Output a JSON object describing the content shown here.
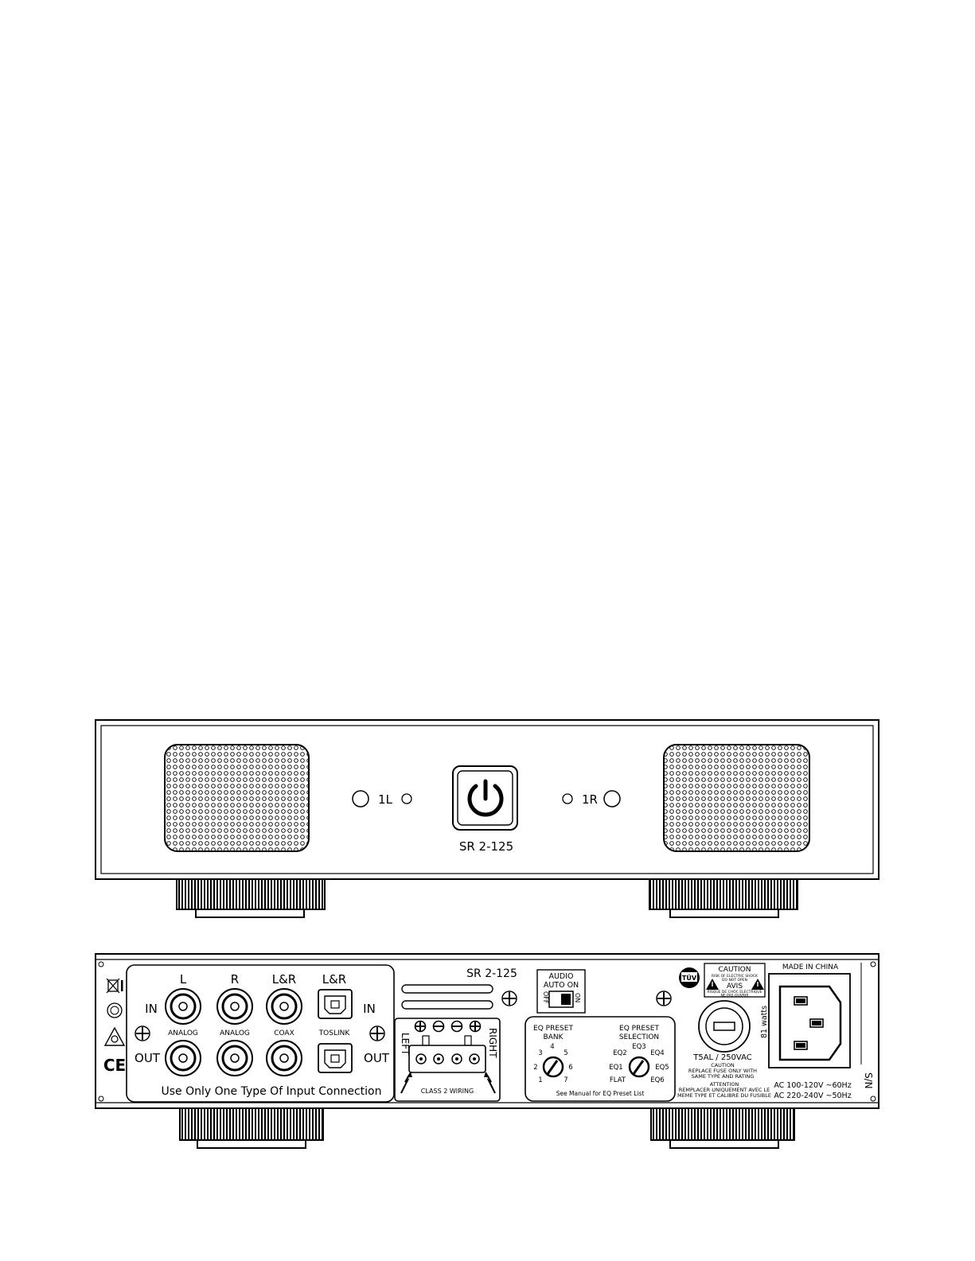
{
  "front": {
    "led_left_label": "1L",
    "led_right_label": "1R",
    "model": "SR 2-125"
  },
  "rear": {
    "model": "SR 2-125",
    "channel_labels": [
      "L",
      "R",
      "L&R",
      "L&R"
    ],
    "row_in": "IN",
    "row_out": "OUT",
    "in_right": "IN",
    "out_right": "OUT",
    "jack_types": [
      "ANALOG",
      "ANALOG",
      "COAX",
      "TOSLINK"
    ],
    "input_note": "Use Only One Type Of Input Connection",
    "speaker": {
      "left": "LEFT",
      "right": "RIGHT",
      "wiring": "CLASS 2 WIRING"
    },
    "audio_auto_on": {
      "title1": "AUDIO",
      "title2": "AUTO ON",
      "off": "OFF",
      "on": "ON"
    },
    "eq_bank": {
      "title1": "EQ PRESET",
      "title2": "BANK",
      "positions": [
        "1",
        "2",
        "3",
        "4",
        "5",
        "6",
        "7"
      ]
    },
    "eq_select": {
      "title1": "EQ PRESET",
      "title2": "SELECTION",
      "positions": [
        "FLAT",
        "EQ1",
        "EQ2",
        "EQ3",
        "EQ4",
        "EQ5",
        "EQ6"
      ]
    },
    "eq_note": "See Manual for EQ Preset List",
    "caution": {
      "title": "CAUTION",
      "line1": "RISK OF ELECTRIC SHOCK",
      "line2": "DO NOT OPEN",
      "avis": "AVIS",
      "line3": "RISQUE DE CHOC ELECTRIQUE",
      "line4": "NE PAS OUVRIR"
    },
    "tuv_logo": "TÜV",
    "fuse_rating": "T5AL / 250VAC",
    "fuse_caution": [
      "CAUTION",
      "REPLACE FUSE ONLY WITH",
      "SAME TYPE AND RATING"
    ],
    "fuse_attention": [
      "ATTENTION",
      "REMPLACER UNIQUEMENT AVEC LE",
      "MEME TYPE ET CALIBRE DU FUSIBLE"
    ],
    "watts": "81 watts",
    "made_in": "MADE IN CHINA",
    "ac1": "AC 100-120V ~60Hz",
    "ac2": "AC 220-240V ~50Hz",
    "sn": "S/N",
    "ce": "CE"
  }
}
